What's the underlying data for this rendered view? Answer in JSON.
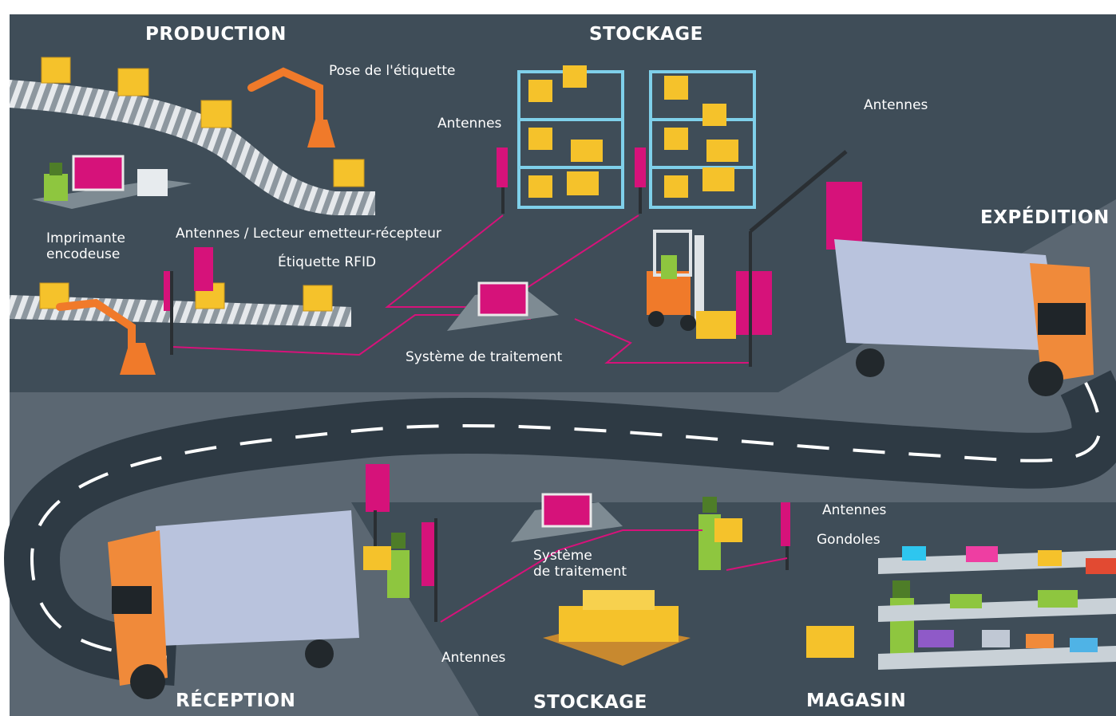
{
  "sections": {
    "production": "PRODUCTION",
    "stockage_top": "STOCKAGE",
    "expedition": "EXPÉDITION",
    "reception": "RÉCEPTION",
    "stockage_bottom": "STOCKAGE",
    "magasin": "MAGASIN"
  },
  "labels": {
    "pose_etiquette": "Pose de l'étiquette",
    "antennes_stockage": "Antennes",
    "antennes_expedition": "Antennes",
    "imprimante_line1": "Imprimante",
    "imprimante_line2": "encodeuse",
    "antennes_lecteur": "Antennes / Lecteur emetteur-récepteur",
    "etiquette_rfid": "Étiquette RFID",
    "systeme_top": "Système de traitement",
    "antennes_reception": "Antennes",
    "systeme_bottom_line1": "Système",
    "systeme_bottom_line2": "de traitement",
    "antennes_magasin": "Antennes",
    "gondoles": "Gondoles"
  },
  "colors": {
    "ground_dark": "#3f4d58",
    "ground_road": "#5b6772",
    "accent_magenta": "#d6127a",
    "box_yellow": "#f5c22b",
    "robot_orange": "#f07a2a",
    "shelf_blue": "#7fd0ea",
    "truck_body": "#b9c3dd",
    "worker_green": "#8ec63f"
  },
  "icons": [
    "conveyor-icon",
    "robot-arm-icon",
    "computer-monitor-icon",
    "printer-icon",
    "shelf-icon",
    "forklift-icon",
    "antenna-icon",
    "truck-icon",
    "worker-icon",
    "pallet-icon",
    "gondola-icon"
  ]
}
